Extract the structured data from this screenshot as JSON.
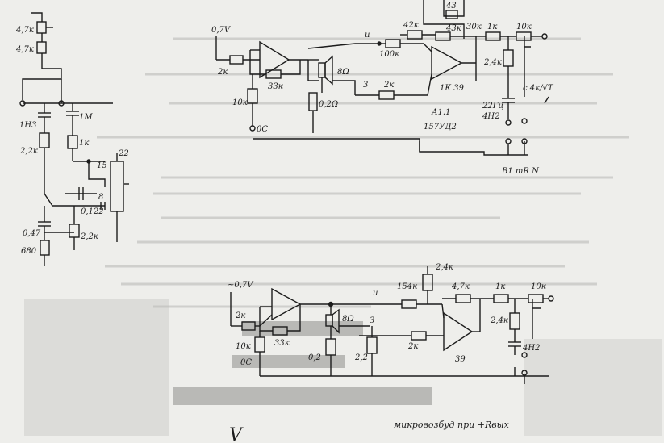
{
  "paper": {
    "background": "#eeeeeb",
    "ink": "#1c1c1c",
    "bleed": "#b9b9b6"
  },
  "top_left_circuit": {
    "labels": {
      "r_top1": "4,7к",
      "r_top2": "4,7к",
      "c_1n3": "1Н3",
      "c_1m": "1М",
      "r_1k": "1к",
      "r_2k2": "2,2к",
      "c_8": "8",
      "c_0122": "0,122",
      "num_15": "15",
      "num_22": "22",
      "c_047": "0,47",
      "r_22k": "2,2к",
      "r_680": "680"
    }
  },
  "top_right_circuit": {
    "labels": {
      "v_in": "0,7V",
      "r_2k": "2к",
      "r_33k": "33к",
      "r_10k": "10к",
      "gnd": "0С",
      "spk": "8Ω",
      "r_02": "0,2Ω",
      "u_lbl": "u",
      "r_100k": "100к",
      "r_42k": "42к",
      "node3": "3",
      "r_2k_b": "2к",
      "r_30k": "30к",
      "r_1k": "1к",
      "r_10k_b": "10к",
      "r_24k": "2,4к",
      "op_139": "1К 39",
      "a11": "А1.1",
      "part_157": "157УД2",
      "c_4k": "с 4к/√Т",
      "f_22": "22Гц",
      "c_4n2": "4Н2",
      "freq_label": "В1 тR N",
      "r_43": "43",
      "r_43b": "43к"
    }
  },
  "bottom_circuit": {
    "labels": {
      "v_in": "~0,7V",
      "r_2k": "2к",
      "r_33k": "33к",
      "r_10k": "10к",
      "gnd": "0С",
      "spk": "8Ω",
      "r_02": "0,2",
      "r_22": "2,2",
      "u_lbl": "u",
      "node3": "3",
      "r_154k": "154к",
      "r_24k": "2,4к",
      "r_47k": "4,7к",
      "r_1k": "1к",
      "r_24k_b": "2,4к",
      "r_2k_b": "2к",
      "op_39": "39",
      "c_4n2": "4Н2"
    },
    "note": "микровозбуд при +Rвых"
  },
  "check_mark": "V"
}
